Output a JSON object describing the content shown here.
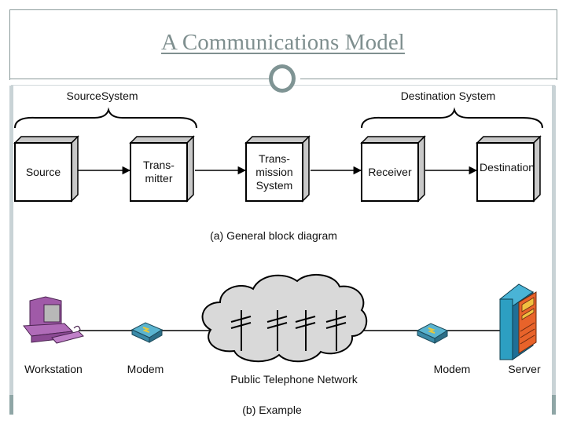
{
  "slide": {
    "title": "A Communications Model"
  },
  "diagram_a": {
    "caption": "(a) General block diagram",
    "groups": [
      {
        "label": "SourceSystem"
      },
      {
        "label": "Destination System"
      }
    ],
    "blocks": [
      {
        "lines": [
          "Source"
        ]
      },
      {
        "lines": [
          "Trans-",
          "mitter"
        ]
      },
      {
        "lines": [
          "Trans-",
          "mission",
          "System"
        ]
      },
      {
        "lines": [
          "Receiver"
        ]
      },
      {
        "lines": [
          "Destination"
        ]
      }
    ]
  },
  "diagram_b": {
    "caption": "(b) Example",
    "nodes": [
      {
        "label": "Workstation",
        "icon": "workstation-icon"
      },
      {
        "label": "Modem",
        "icon": "modem-icon"
      },
      {
        "label": "Public Telephone Network",
        "icon": "cloud-network-icon"
      },
      {
        "label": "Modem",
        "icon": "modem-icon"
      },
      {
        "label": "Server",
        "icon": "server-icon"
      }
    ]
  },
  "colors": {
    "title": "#7f8f8f",
    "frame": "#8a9a9a",
    "side_bar_light": "#c9d3d6",
    "side_bar_dark": "#8fa6a6",
    "block_side": "#c8c8c8",
    "cloud_fill": "#d9d9d9",
    "workstation": "#a05aa8",
    "modem": "#5ab4d0",
    "server_body": "#2d9fc2",
    "server_panel": "#e8632a"
  }
}
